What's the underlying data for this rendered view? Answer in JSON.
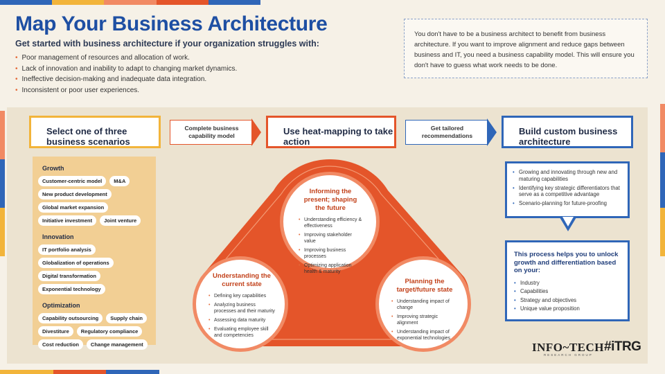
{
  "header": {
    "title": "Map Your Business Architecture",
    "subtitle": "Get started with business architecture if your organization struggles with:",
    "struggles": [
      "Poor management of resources and allocation of work.",
      "Lack of innovation and inability to adapt to changing market dynamics.",
      "Ineffective decision-making and inadequate data integration.",
      "Inconsistent or poor user experiences."
    ]
  },
  "intro": "You don't have to be a business architect to benefit from business architecture. If you want to improve alignment and reduce gaps between business and IT, you need a business capability model. This will ensure you don't have to guess what work needs to be done.",
  "steps": {
    "step1": "Select one of three business scenarios",
    "arrow1": "Complete business capability model",
    "step2": "Use heat-mapping to take action",
    "arrow2": "Get tailored recommendations",
    "step3": "Build custom business architecture"
  },
  "scenarios": [
    {
      "name": "Growth",
      "tags": [
        "Customer-centric model",
        "M&A",
        "New product development",
        "Global market expansion",
        "Initiative investment",
        "Joint venture"
      ]
    },
    {
      "name": "Innovation",
      "tags": [
        "IT portfolio analysis",
        "Globalization of operations",
        "Digital transformation",
        "Exponential technology"
      ]
    },
    {
      "name": "Optimization",
      "tags": [
        "Capability outsourcing",
        "Supply chain",
        "Divestiture",
        "Regulatory compliance",
        "Cost reduction",
        "Change management"
      ]
    }
  ],
  "heatmap": {
    "top": {
      "title": "Informing the present; shaping the future",
      "items": [
        "Understanding efficiency & effectiveness",
        "Improving stakeholder value",
        "Improving business processes",
        "Optimizing application health & maturity"
      ]
    },
    "left": {
      "title": "Understanding the current state",
      "items": [
        "Defining key capabilities",
        "Analyzing business processes and their maturity",
        "Assessing data maturity",
        "Evaluating employee skill and competencies"
      ]
    },
    "right": {
      "title": "Planning the target/future state",
      "items": [
        "Understanding impact of change",
        "Improving strategic alignment",
        "Understanding impact of exponential technologies"
      ]
    }
  },
  "architecture": {
    "items": [
      "Growing and innovating through new and maturing capabilities",
      "Identifying key strategic differentiators that serve as a competitive advantage",
      "Scenario-planning for future-proofing"
    ]
  },
  "unlock": {
    "title": "This process helps you to unlock growth and differentiation based on your:",
    "items": [
      "Industry",
      "Capabilities",
      "Strategy and objectives",
      "Unique value proposition"
    ]
  },
  "logos": {
    "infotech": "INFO~TECH",
    "infotech_sub": "RESEARCH GROUP",
    "itrg": "#iTRG"
  },
  "colors": {
    "title_blue": "#1e4fa3",
    "accent_orange": "#e4552a",
    "accent_yellow": "#f2b43a",
    "accent_blue": "#2f66b8",
    "scenario_bg": "#f2cf94"
  }
}
